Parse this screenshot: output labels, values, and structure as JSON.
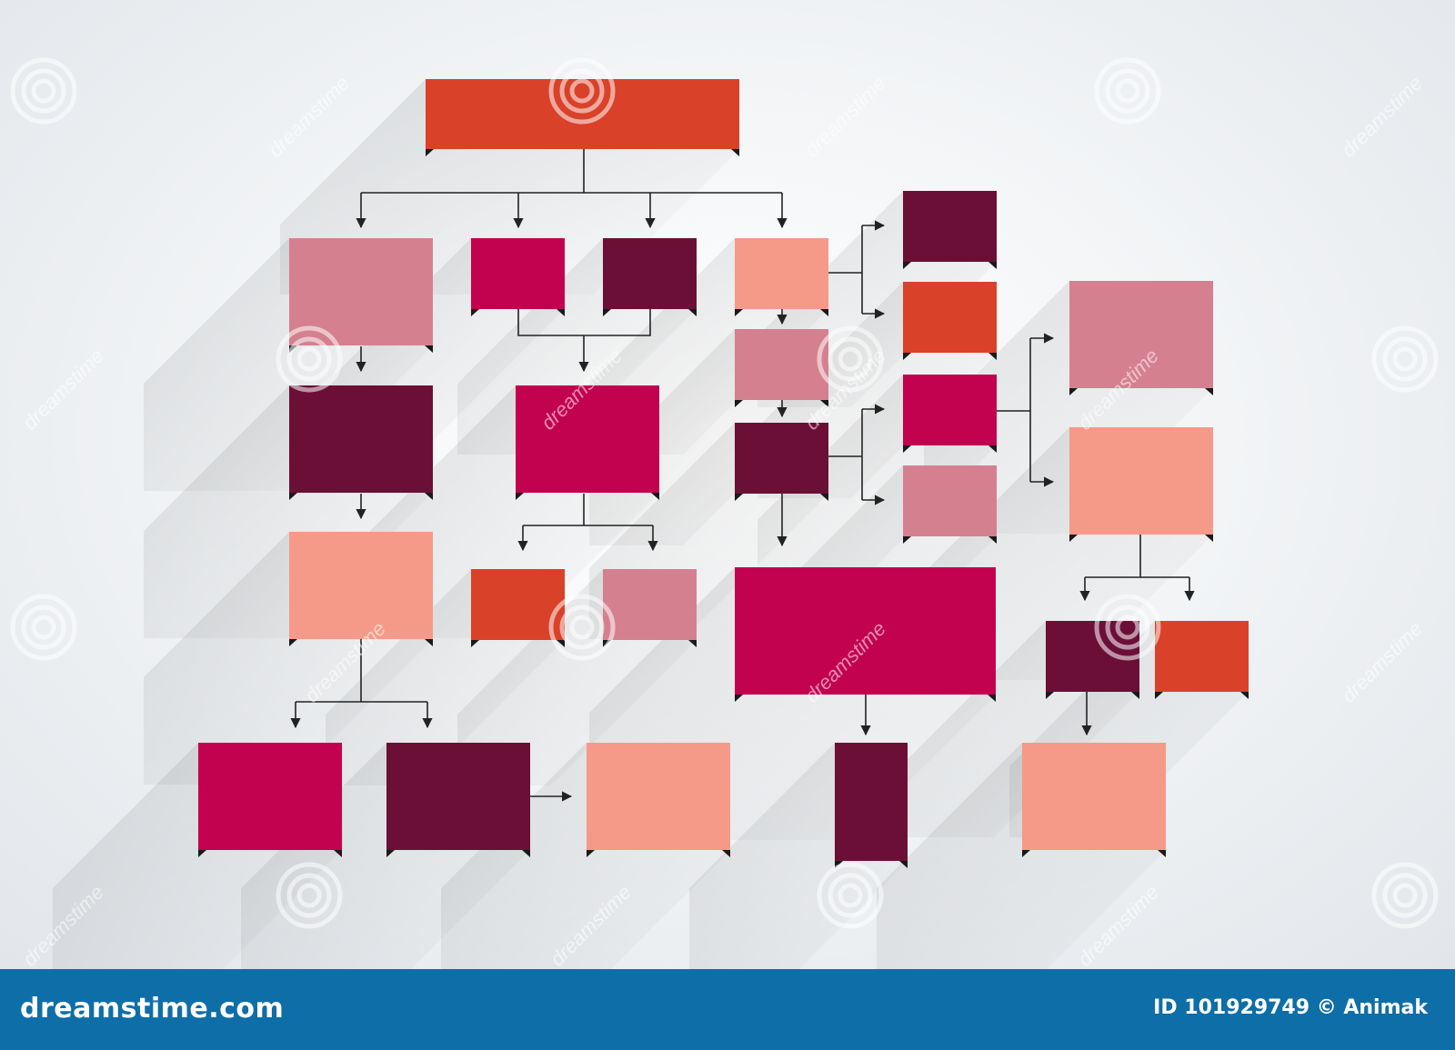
{
  "colors": {
    "crimson": "#c3024f",
    "wine": "#6c0f37",
    "salmon": "#f59a88",
    "rose": "#d5808f",
    "orange_red": "#da4129",
    "connector": "#222222",
    "footer_bg": "#0e6ea8"
  },
  "boxes": [
    {
      "id": "top",
      "color": "orange_red"
    },
    {
      "id": "r1-a",
      "color": "rose"
    },
    {
      "id": "r1-b",
      "color": "crimson"
    },
    {
      "id": "r1-c",
      "color": "wine"
    },
    {
      "id": "r1-d",
      "color": "salmon"
    },
    {
      "id": "r2-a",
      "color": "wine"
    },
    {
      "id": "r2-b",
      "color": "crimson"
    },
    {
      "id": "r2-c",
      "color": "rose"
    },
    {
      "id": "r2-d",
      "color": "wine"
    },
    {
      "id": "col5-a",
      "color": "wine"
    },
    {
      "id": "col5-b",
      "color": "orange_red"
    },
    {
      "id": "col5-c",
      "color": "crimson"
    },
    {
      "id": "col5-d",
      "color": "rose"
    },
    {
      "id": "col6-a",
      "color": "rose"
    },
    {
      "id": "col6-b",
      "color": "salmon"
    },
    {
      "id": "r3-a",
      "color": "salmon"
    },
    {
      "id": "r3-b",
      "color": "orange_red"
    },
    {
      "id": "r3-c",
      "color": "rose"
    },
    {
      "id": "r3-d",
      "color": "crimson"
    },
    {
      "id": "r3-e",
      "color": "wine"
    },
    {
      "id": "r3-f",
      "color": "orange_red"
    },
    {
      "id": "r4-a",
      "color": "crimson"
    },
    {
      "id": "r4-b",
      "color": "wine"
    },
    {
      "id": "r4-c",
      "color": "salmon"
    },
    {
      "id": "r4-d",
      "color": "wine"
    },
    {
      "id": "r4-e",
      "color": "salmon"
    }
  ],
  "watermark": {
    "diagonal_text": "dreamstime",
    "icon": "spiral-logo-icon"
  },
  "footer": {
    "site": "dreamstime.com",
    "credit": "ID 101929749 © Animak"
  }
}
